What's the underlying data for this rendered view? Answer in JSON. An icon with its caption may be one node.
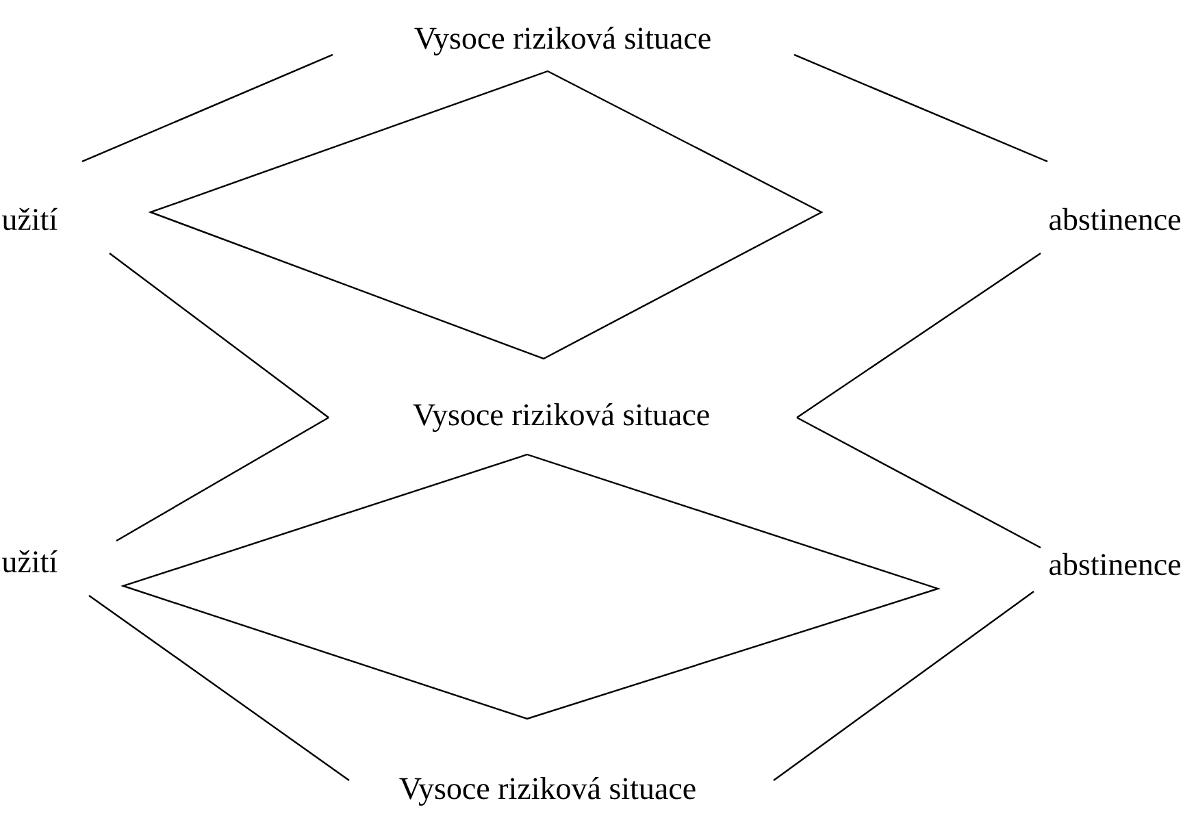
{
  "diagram": {
    "nodes": [
      {
        "text": [
          "Vysoce riziková situace"
        ]
      },
      {
        "text": [
          "užití"
        ]
      },
      {
        "text": [],
        "shape": "diamond"
      },
      {
        "text": [
          "abstinence"
        ]
      },
      {
        "text": [
          "Vysoce riziková situace"
        ]
      },
      {
        "text": [
          "užití"
        ]
      },
      {
        "text": [],
        "shape": "diamond"
      },
      {
        "text": [
          "abstinence"
        ]
      },
      {
        "text": [
          "Vysoce riziková situace"
        ]
      }
    ],
    "edges": [
      {
        "from": 0,
        "to": 1,
        "arrow": "none"
      },
      {
        "from": 0,
        "to": 3,
        "arrow": "none"
      },
      {
        "from": 1,
        "to": 4,
        "arrow": "none"
      },
      {
        "from": 3,
        "to": 4,
        "arrow": "none"
      },
      {
        "from": 4,
        "to": 5,
        "arrow": "none"
      },
      {
        "from": 4,
        "to": 7,
        "arrow": "none"
      },
      {
        "from": 5,
        "to": 8,
        "arrow": "none"
      },
      {
        "from": 7,
        "to": 8,
        "arrow": "none"
      }
    ]
  }
}
